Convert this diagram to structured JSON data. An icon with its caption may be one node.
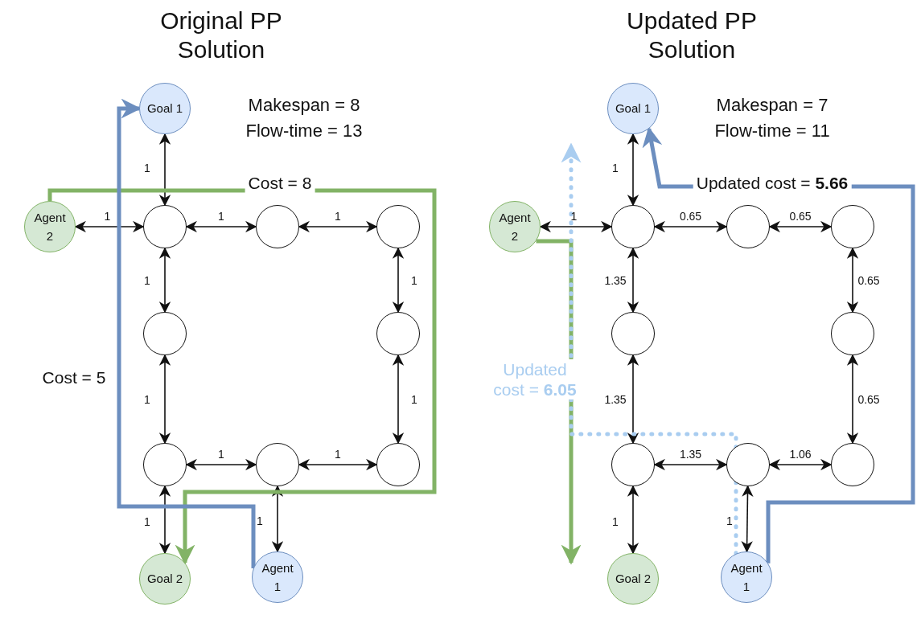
{
  "diagram": {
    "nodes": [
      {
        "text": [
          "Goal 1"
        ]
      },
      {
        "text": [
          "Agent 2"
        ]
      },
      {
        "text": [],
        "shape": "circle"
      },
      {
        "text": [],
        "shape": "circle"
      },
      {
        "text": [],
        "shape": "circle"
      },
      {
        "text": [],
        "shape": "circle"
      },
      {
        "text": [],
        "shape": "circle"
      },
      {
        "text": [],
        "shape": "circle"
      },
      {
        "text": [],
        "shape": "circle"
      },
      {
        "text": [],
        "shape": "circle"
      },
      {
        "text": [
          "Goal 2"
        ]
      },
      {
        "text": [
          "Agent 1"
        ]
      },
      {
        "text": [
          "Goal 1"
        ]
      },
      {
        "text": [
          "Agent 2"
        ]
      },
      {
        "text": [],
        "shape": "circle"
      },
      {
        "text": [],
        "shape": "circle"
      },
      {
        "text": [],
        "shape": "circle"
      },
      {
        "text": [],
        "shape": "circle"
      },
      {
        "text": [],
        "shape": "circle"
      },
      {
        "text": [],
        "shape": "circle"
      },
      {
        "text": [],
        "shape": "circle"
      },
      {
        "text": [],
        "shape": "circle"
      },
      {
        "text": [
          "Goal 2"
        ]
      },
      {
        "text": [
          "Agent 1"
        ]
      }
    ],
    "edges": [
      {
        "from": 0,
        "to": 2,
        "arrow": "both",
        "label": "1"
      },
      {
        "from": 1,
        "to": 2,
        "arrow": "both",
        "label": "1"
      },
      {
        "from": 2,
        "to": 3,
        "arrow": "both",
        "label": "1"
      },
      {
        "from": 3,
        "to": 4,
        "arrow": "both",
        "label": "1"
      },
      {
        "from": 2,
        "to": 5,
        "arrow": "both",
        "label": "1"
      },
      {
        "from": 4,
        "to": 6,
        "arrow": "both",
        "label": "1"
      },
      {
        "from": 5,
        "to": 7,
        "arrow": "both",
        "label": "1"
      },
      {
        "from": 6,
        "to": 9,
        "arrow": "both",
        "label": "1"
      },
      {
        "from": 7,
        "to": 8,
        "arrow": "both",
        "label": "1"
      },
      {
        "from": 8,
        "to": 9,
        "arrow": "both",
        "label": "1"
      },
      {
        "from": 7,
        "to": 10,
        "arrow": "both",
        "label": "1"
      },
      {
        "from": 8,
        "to": 11,
        "arrow": "both",
        "label": "1"
      },
      {
        "from": 1,
        "to": 10,
        "arrow": "to",
        "label": "Cost = 8",
        "style": "thick",
        "color": "#82b366"
      },
      {
        "from": 11,
        "to": 0,
        "arrow": "to",
        "label": "Cost = 5",
        "style": "thick",
        "color": "#6c8ebf"
      },
      {
        "from": 12,
        "to": 14,
        "arrow": "both",
        "label": "1"
      },
      {
        "from": 13,
        "to": 14,
        "arrow": "both",
        "label": "1"
      },
      {
        "from": 14,
        "to": 15,
        "arrow": "both",
        "label": "0.65"
      },
      {
        "from": 15,
        "to": 16,
        "arrow": "both",
        "label": "0.65"
      },
      {
        "from": 14,
        "to": 17,
        "arrow": "both",
        "label": "1.35"
      },
      {
        "from": 16,
        "to": 18,
        "arrow": "both",
        "label": "0.65"
      },
      {
        "from": 17,
        "to": 19,
        "arrow": "both",
        "label": "1.35"
      },
      {
        "from": 18,
        "to": 21,
        "arrow": "both",
        "label": "0.65"
      },
      {
        "from": 19,
        "to": 20,
        "arrow": "both",
        "label": "1.35"
      },
      {
        "from": 20,
        "to": 21,
        "arrow": "both",
        "label": "1.06"
      },
      {
        "from": 19,
        "to": 22,
        "arrow": "both",
        "label": "1"
      },
      {
        "from": 20,
        "to": 23,
        "arrow": "both",
        "label": "1"
      },
      {
        "from": 23,
        "to": 12,
        "arrow": "to",
        "label": "Updated cost = **5.66**",
        "style": "thick",
        "color": "#6c8ebf"
      },
      {
        "from": 13,
        "to": null,
        "arrow": "to",
        "style": "thick",
        "color": "#82b366"
      },
      {
        "from": 23,
        "to": null,
        "arrow": "to",
        "label": "Updated cost = **6.05**",
        "style": "dashed",
        "color": "#a9cdf0"
      }
    ],
    "labels": [
      "Original PP Solution",
      "Makespan = 8",
      "Flow-time = 13",
      "Updated PP Solution",
      "Makespan = 7",
      "Flow-time = 11"
    ]
  }
}
